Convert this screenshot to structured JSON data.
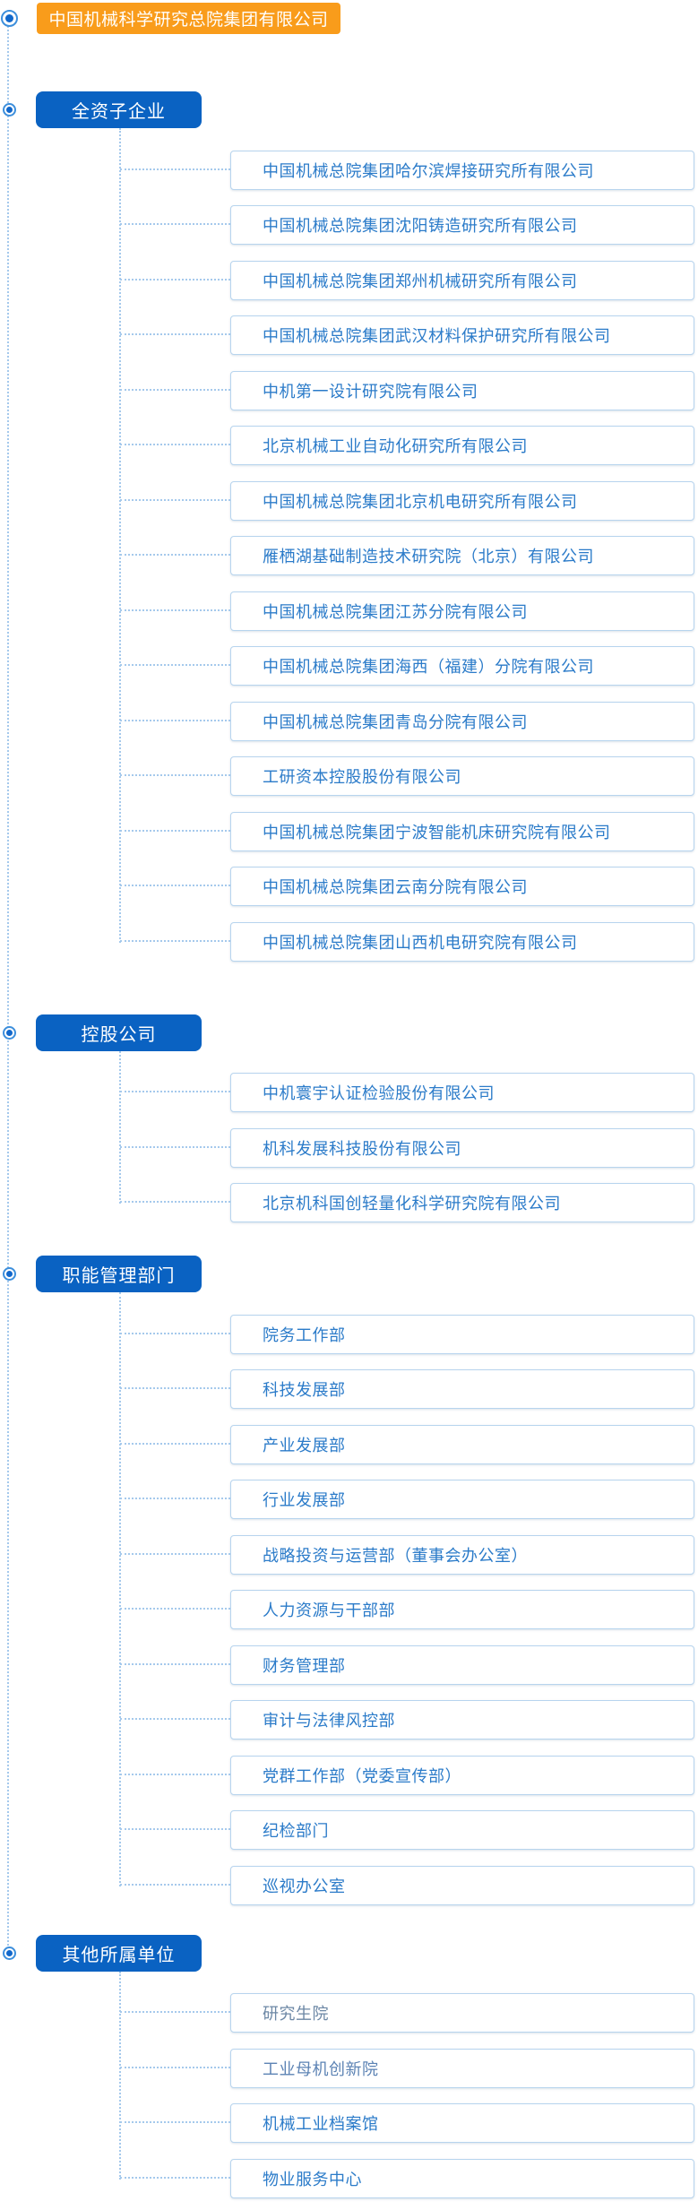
{
  "root": {
    "label": "中国机械科学研究总院集团有限公司"
  },
  "sections": [
    {
      "label": "全资子企业",
      "items": [
        {
          "label": "中国机械总院集团哈尔滨焊接研究所有限公司"
        },
        {
          "label": "中国机械总院集团沈阳铸造研究所有限公司"
        },
        {
          "label": "中国机械总院集团郑州机械研究所有限公司"
        },
        {
          "label": "中国机械总院集团武汉材料保护研究所有限公司"
        },
        {
          "label": "中机第一设计研究院有限公司"
        },
        {
          "label": "北京机械工业自动化研究所有限公司"
        },
        {
          "label": "中国机械总院集团北京机电研究所有限公司"
        },
        {
          "label": "雁栖湖基础制造技术研究院（北京）有限公司"
        },
        {
          "label": "中国机械总院集团江苏分院有限公司"
        },
        {
          "label": "中国机械总院集团海西（福建）分院有限公司"
        },
        {
          "label": "中国机械总院集团青岛分院有限公司"
        },
        {
          "label": "工研资本控股股份有限公司"
        },
        {
          "label": "中国机械总院集团宁波智能机床研究院有限公司"
        },
        {
          "label": "中国机械总院集团云南分院有限公司"
        },
        {
          "label": "中国机械总院集团山西机电研究院有限公司"
        }
      ]
    },
    {
      "label": "控股公司",
      "items": [
        {
          "label": "中机寰宇认证检验股份有限公司"
        },
        {
          "label": "机科发展科技股份有限公司"
        },
        {
          "label": "北京机科国创轻量化科学研究院有限公司"
        }
      ]
    },
    {
      "label": "职能管理部门",
      "items": [
        {
          "label": "院务工作部"
        },
        {
          "label": "科技发展部"
        },
        {
          "label": "产业发展部"
        },
        {
          "label": "行业发展部"
        },
        {
          "label": "战略投资与运营部（董事会办公室）"
        },
        {
          "label": "人力资源与干部部"
        },
        {
          "label": "财务管理部"
        },
        {
          "label": "审计与法律风控部"
        },
        {
          "label": "党群工作部（党委宣传部）"
        },
        {
          "label": "纪检部门"
        },
        {
          "label": "巡视办公室"
        }
      ]
    },
    {
      "label": "其他所属单位",
      "items": [
        {
          "label": "研究生院",
          "color": "#6c87a5"
        },
        {
          "label": "工业母机创新院",
          "color": "#5c83b4"
        },
        {
          "label": "机械工业档案馆"
        },
        {
          "label": "物业服务中心"
        }
      ]
    }
  ],
  "colors": {
    "root_background": "#f99c1b",
    "section_background": "#0a62c2",
    "item_text": "#2b7bc9",
    "item_border": "#b7d4ee",
    "connector_dotted": "#a5c9ec",
    "bullet_ring": "#3d8fdc",
    "bullet_core": "#1268cb",
    "visited_item_text": "#6c87a5"
  }
}
